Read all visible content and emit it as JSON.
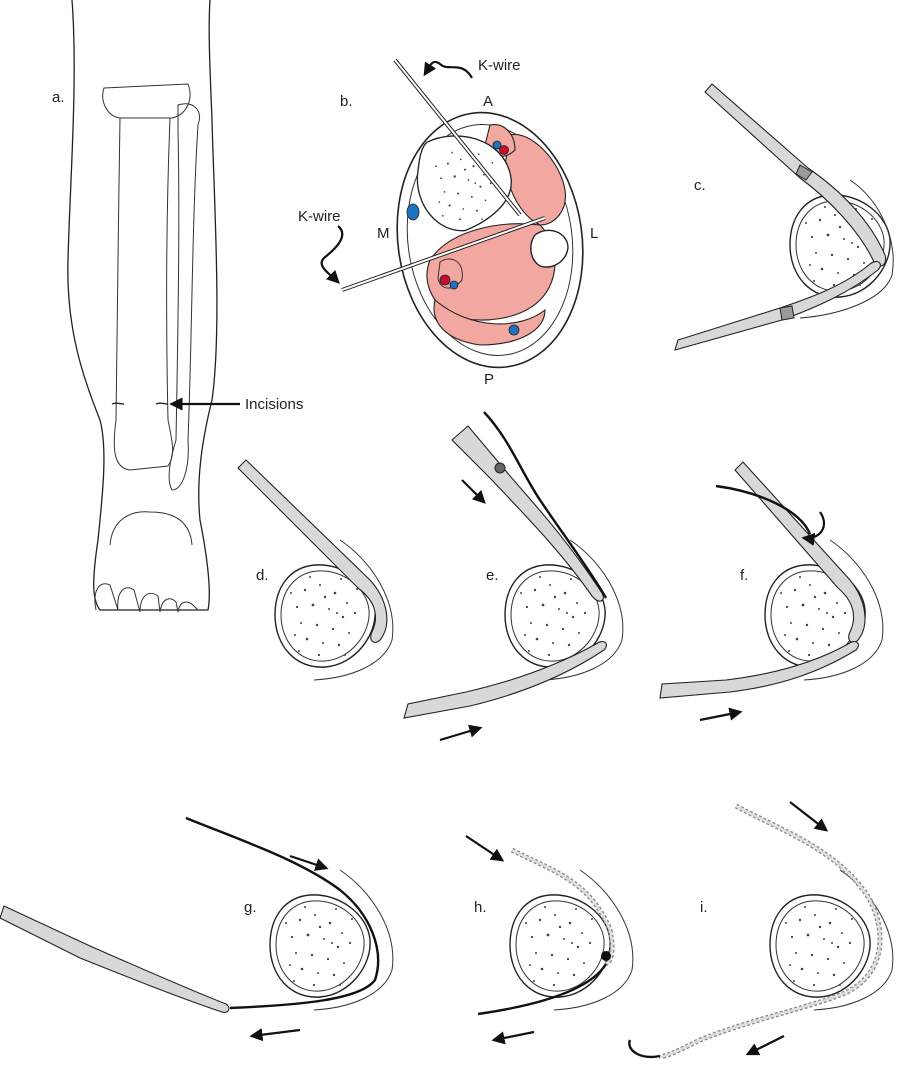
{
  "panels": {
    "a": {
      "label": "a.",
      "callout": "Incisions"
    },
    "b": {
      "label": "b.",
      "kwire_top": "K-wire",
      "kwire_left": "K-wire",
      "orient_anterior": "A",
      "orient_medial": "M",
      "orient_lateral": "L",
      "orient_posterior": "P"
    },
    "c": {
      "label": "c."
    },
    "d": {
      "label": "d."
    },
    "e": {
      "label": "e."
    },
    "f": {
      "label": "f."
    },
    "g": {
      "label": "g."
    },
    "h": {
      "label": "h."
    },
    "i": {
      "label": "i."
    }
  },
  "colors": {
    "muscle": "#f2a8a1",
    "artery": "#c8102e",
    "vein": "#1e73be"
  }
}
